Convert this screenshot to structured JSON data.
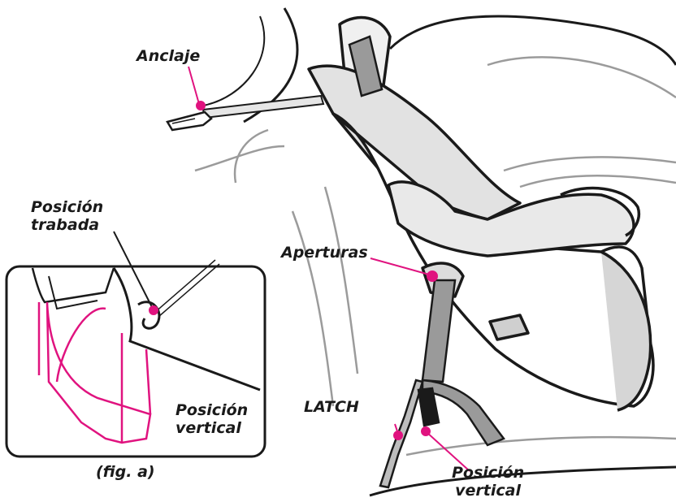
{
  "labels": {
    "anchor": "Anclaje",
    "locked_position": [
      "Posición",
      "trabada"
    ],
    "openings": "Aperturas",
    "latch": "LATCH",
    "vertical_position_inset": [
      "Posición",
      "vertical"
    ],
    "vertical_position_main": [
      "Posición",
      "vertical"
    ],
    "figure_caption": "(fig. a)"
  },
  "colors": {
    "callout": "#e0137f",
    "outline": "#1a1a1a",
    "shell_fill": "#eaeaea",
    "strap_fill": "#9a9a9a",
    "interior_lines": "#9b9b9b"
  }
}
